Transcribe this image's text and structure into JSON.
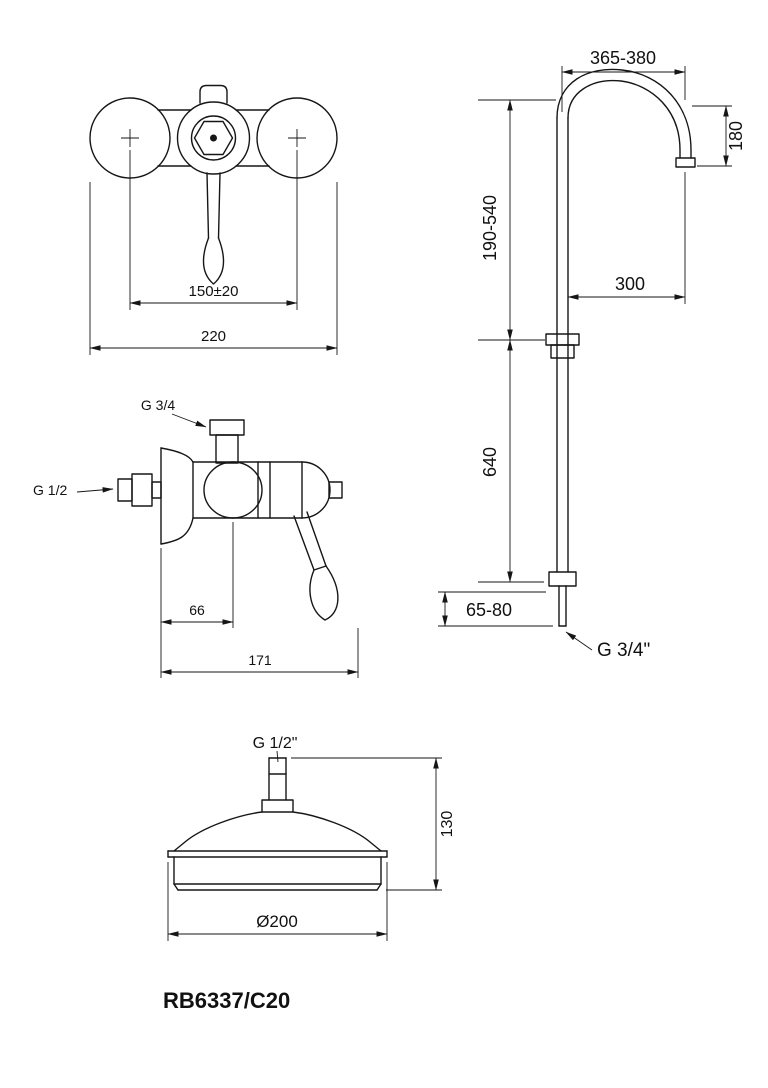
{
  "page": {
    "background": "#ffffff",
    "line_color": "#161616"
  },
  "product_code": "RB6337/C20",
  "views": {
    "mixer_front": {
      "dims": {
        "center_distance": "150±20",
        "overall_width": "220"
      }
    },
    "mixer_side": {
      "labels": {
        "top_thread": "G 3/4",
        "inlet_thread": "G 1/2"
      },
      "dims": {
        "wall_to_center": "66",
        "overall_depth": "171"
      }
    },
    "riser": {
      "dims": {
        "top_width": "365-380",
        "arc_height": "180",
        "upper_height": "190-540",
        "reach": "300",
        "lower_height": "640",
        "bottom_offset": "65-80"
      },
      "labels": {
        "bottom_thread": "G 3/4\""
      }
    },
    "head": {
      "labels": {
        "thread": "G 1/2\""
      },
      "dims": {
        "height": "130",
        "diameter": "Ø200"
      }
    }
  }
}
